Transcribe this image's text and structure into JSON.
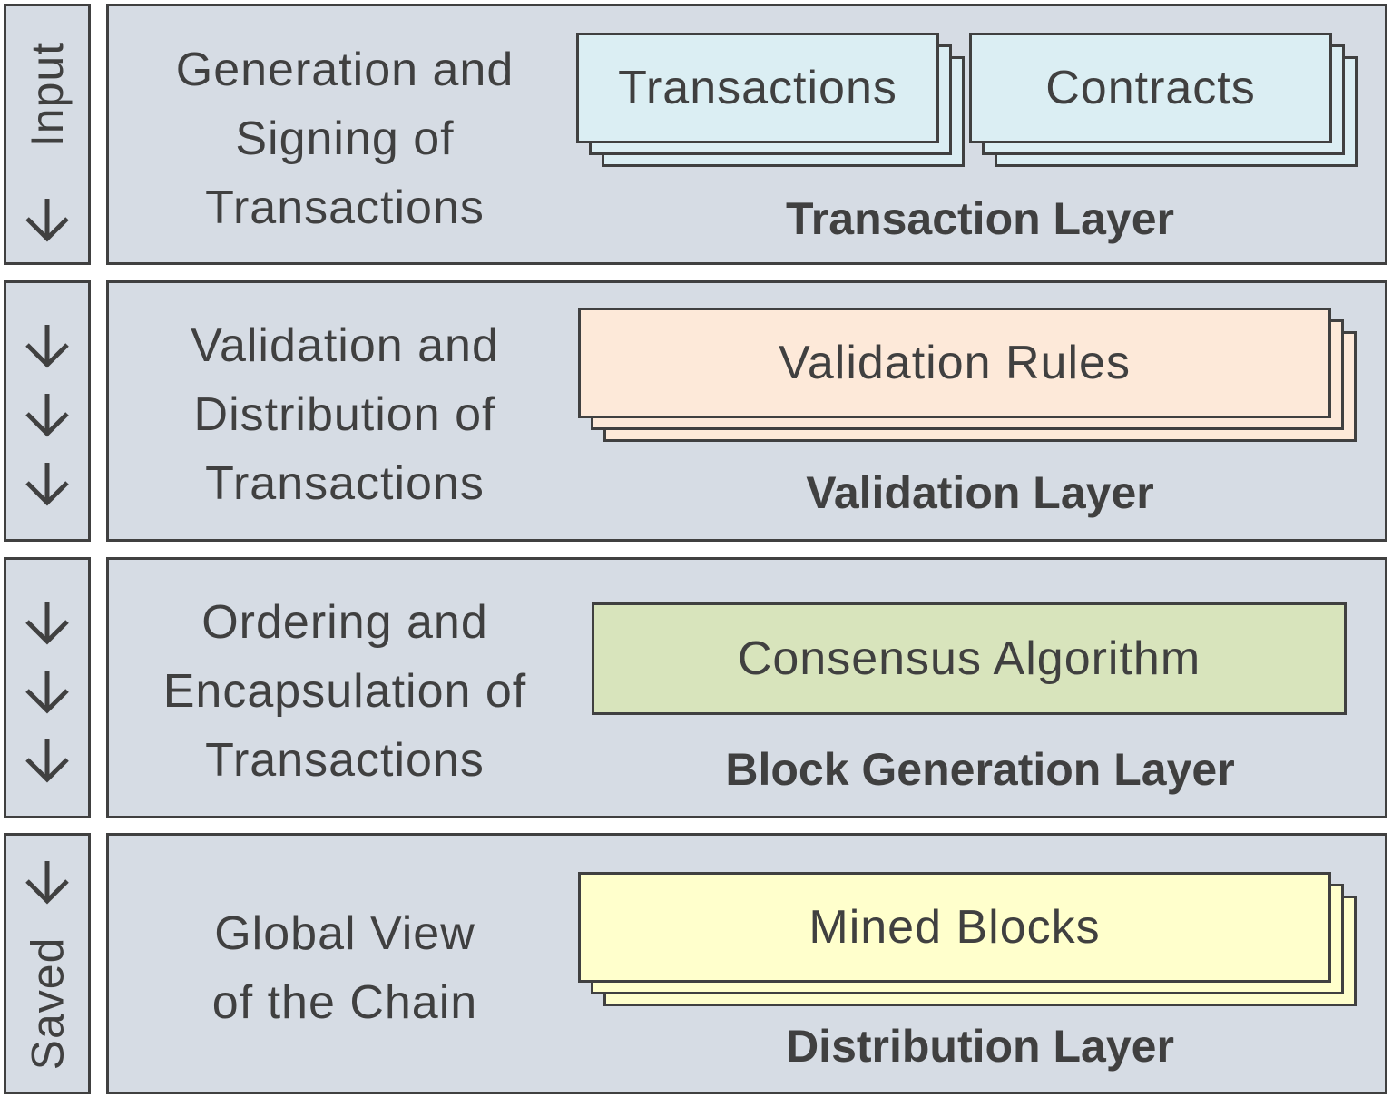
{
  "colors": {
    "panel_bg": "#d6dce4",
    "border": "#404040",
    "transaction_cards": "#dbeef3",
    "validation_card": "#fde9d9",
    "consensus_card": "#d8e4bc",
    "mined_card": "#ffffcc"
  },
  "side": {
    "input_label": "Input",
    "saved_label": "Saved",
    "arrow_icon": "arrow-down-icon"
  },
  "layers": [
    {
      "description": [
        "Generation and",
        "Signing of",
        "Transactions"
      ],
      "title": "Transaction Layer",
      "cards": [
        "Transactions",
        "Contracts"
      ]
    },
    {
      "description": [
        "Validation and",
        "Distribution of",
        "Transactions"
      ],
      "title": "Validation Layer",
      "cards": [
        "Validation Rules"
      ]
    },
    {
      "description": [
        "Ordering and",
        "Encapsulation of",
        "Transactions"
      ],
      "title": "Block Generation Layer",
      "cards": [
        "Consensus Algorithm"
      ]
    },
    {
      "description": [
        "Global View",
        "of the Chain"
      ],
      "title": "Distribution Layer",
      "cards": [
        "Mined Blocks"
      ]
    }
  ]
}
